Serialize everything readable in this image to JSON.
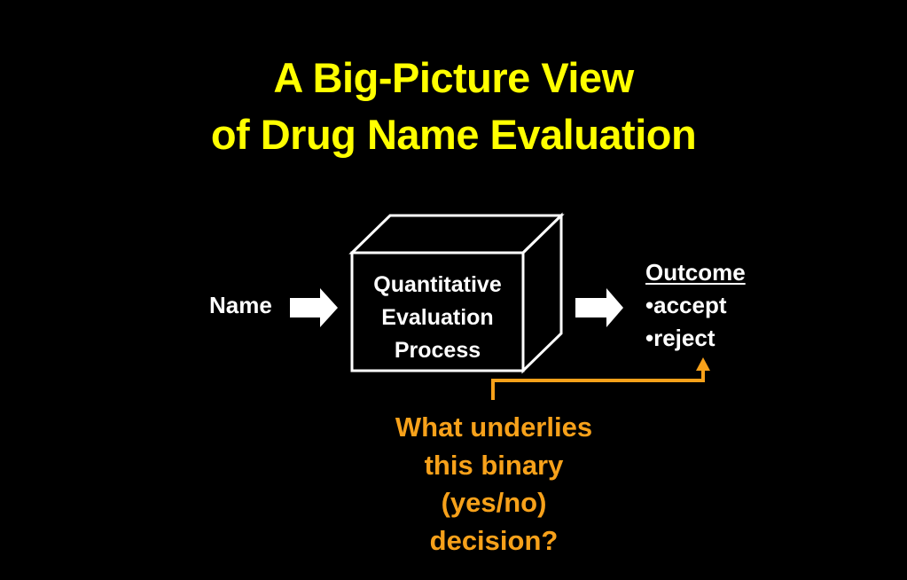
{
  "slide": {
    "background": "#000000",
    "title": {
      "line1": "A Big-Picture View",
      "line2": "of Drug Name Evaluation",
      "color": "#ffff00"
    },
    "input": {
      "label": "Name"
    },
    "process_box": {
      "line1": "Quantitative",
      "line2": "Evaluation",
      "line3": "Process"
    },
    "outcome": {
      "heading": "Outcome",
      "items": [
        "•accept",
        "•reject"
      ]
    },
    "question": {
      "line1": "What underlies",
      "line2": "this binary",
      "line3": "(yes/no)",
      "line4": "decision?",
      "color": "#f7a11a"
    }
  }
}
